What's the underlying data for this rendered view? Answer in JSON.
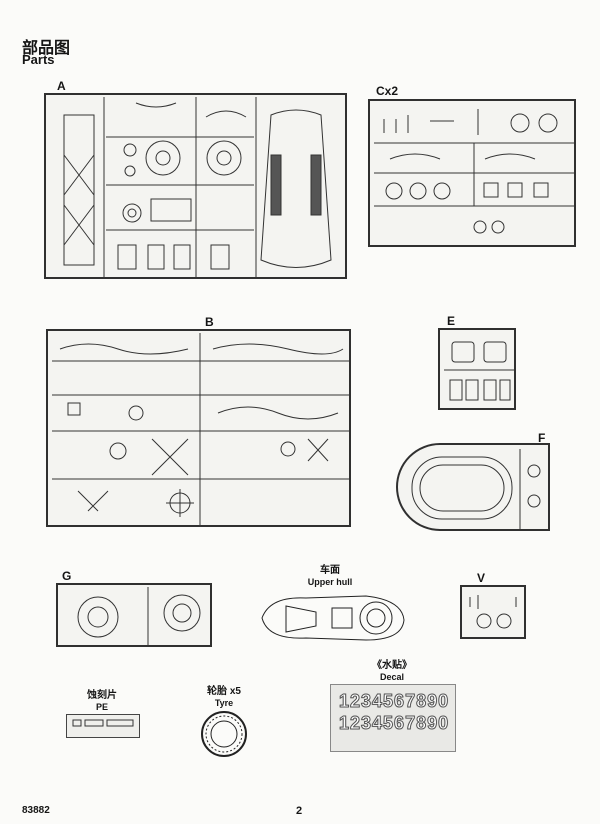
{
  "header": {
    "title_cn": "部品图",
    "title_en": "Parts"
  },
  "sprues": {
    "a": "A",
    "c": "Cx2",
    "b": "B",
    "e": "E",
    "f": "F",
    "g": "G",
    "v": "V"
  },
  "captions": {
    "upper_hull_cn": "车面",
    "upper_hull_en": "Upper hull",
    "decal_cn": "《水贴》",
    "decal_en": "Decal",
    "pe_cn": "蚀刻片",
    "pe_en": "PE",
    "tyre_cn": "轮胎 x5",
    "tyre_en": "Tyre"
  },
  "decal": {
    "row1": "1234567890",
    "row2": "1234567890"
  },
  "footer": {
    "code": "83882",
    "page": "2"
  },
  "icons": [
    "wheel-icon",
    "hull-outline-icon",
    "sprue-frame-icon"
  ]
}
